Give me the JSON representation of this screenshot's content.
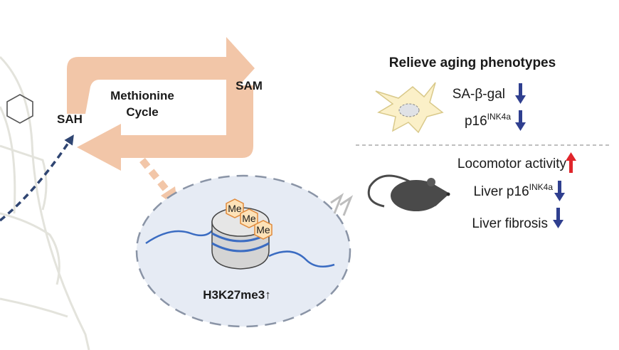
{
  "cycle": {
    "title_line1": "Methionine",
    "title_line2": "Cycle",
    "sam": "SAM",
    "sah": "SAH"
  },
  "nucleus": {
    "mark_label": "H3K27me3↑",
    "methyl_tags": [
      "Me",
      "Me",
      "Me"
    ]
  },
  "phenotypes": {
    "title": "Relieve aging phenotypes",
    "cell_markers": [
      {
        "base": "SA-β-gal",
        "sup": "",
        "direction": "down"
      },
      {
        "base": "p16",
        "sup": "INK4a",
        "direction": "down"
      }
    ],
    "mouse_markers": [
      {
        "base": "Locomotor activity",
        "sup": "",
        "direction": "up"
      },
      {
        "base": "Liver p16",
        "sup": "INK4a",
        "direction": "down"
      },
      {
        "base": "Liver fibrosis",
        "sup": "",
        "direction": "down"
      }
    ]
  },
  "colors": {
    "cycle_arrow": "#f2c6a8",
    "up_arrow": "#e0252b",
    "down_arrow": "#2f3f8f",
    "nucleus_fill": "#e6ebf4",
    "nucleus_border": "#8a94a6",
    "dna": "#3b6cc2",
    "cell_fill": "#fbf0c8",
    "mouse": "#4a4a4a"
  }
}
